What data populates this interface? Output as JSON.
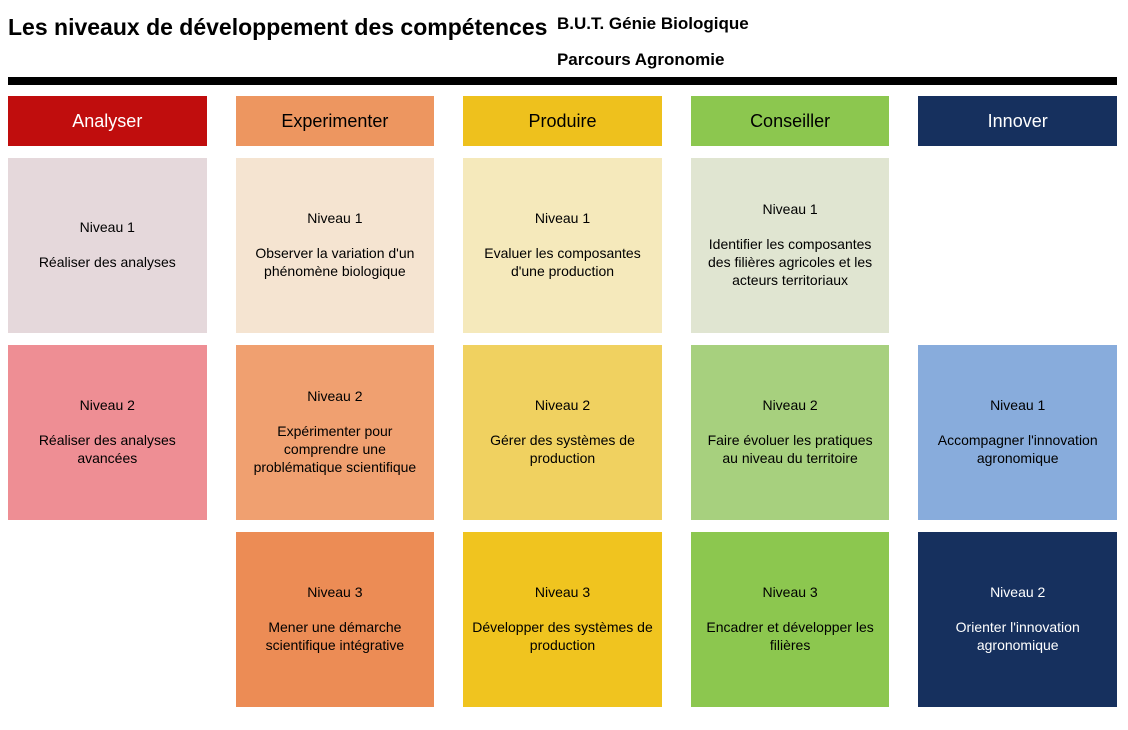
{
  "header": {
    "title": "Les niveaux de développement des compétences",
    "program": "B.U.T. Génie Biologique",
    "track": "Parcours Agronomie"
  },
  "divider_color": "#000000",
  "page_bg": "#FFFFFF",
  "columns": [
    {
      "label": "Analyser",
      "header_bg": "#C00D0D",
      "header_fg": "#FFFFFF",
      "cells": [
        {
          "level": "Niveau 1",
          "description": "Réaliser des analyses",
          "bg": "#E5D8DB",
          "fg": "#000000"
        },
        {
          "level": "Niveau 2",
          "description": "Réaliser des analyses avancées",
          "bg": "#EE8E94",
          "fg": "#000000"
        }
      ]
    },
    {
      "label": "Experimenter",
      "header_bg": "#ED9660",
      "header_fg": "#000000",
      "cells": [
        {
          "level": "Niveau 1",
          "description": "Observer la variation d'un phénomène biologique",
          "bg": "#F5E4D1",
          "fg": "#000000"
        },
        {
          "level": "Niveau 2",
          "description": "Expérimenter pour comprendre une problématique scientifique",
          "bg": "#F0A070",
          "fg": "#000000"
        },
        {
          "level": "Niveau 3",
          "description": "Mener une démarche scientifique intégrative",
          "bg": "#EC8C55",
          "fg": "#000000"
        }
      ]
    },
    {
      "label": "Produire",
      "header_bg": "#EEC11D",
      "header_fg": "#000000",
      "cells": [
        {
          "level": "Niveau 1",
          "description": "Evaluer les composantes d'une production",
          "bg": "#F5E9BB",
          "fg": "#000000"
        },
        {
          "level": "Niveau 2",
          "description": "Gérer des systèmes de production",
          "bg": "#F0D160",
          "fg": "#000000"
        },
        {
          "level": "Niveau 3",
          "description": "Développer des systèmes de production",
          "bg": "#F0C41F",
          "fg": "#000000"
        }
      ]
    },
    {
      "label": "Conseiller",
      "header_bg": "#8CC74F",
      "header_fg": "#000000",
      "cells": [
        {
          "level": "Niveau 1",
          "description": "Identifier les composantes des filières agricoles et les acteurs territoriaux",
          "bg": "#E0E5D1",
          "fg": "#000000"
        },
        {
          "level": "Niveau 2",
          "description": "Faire évoluer les pratiques au niveau du territoire",
          "bg": "#A7D07E",
          "fg": "#000000"
        },
        {
          "level": "Niveau 3",
          "description": "Encadrer et développer les filières",
          "bg": "#8CC74F",
          "fg": "#000000"
        }
      ]
    },
    {
      "label": "Innover",
      "header_bg": "#16305E",
      "header_fg": "#FFFFFF",
      "cells": [
        {
          "level": "Niveau 1",
          "description": "Accompagner l'innovation agronomique",
          "bg": "#88ACDC",
          "fg": "#000000"
        },
        {
          "level": "Niveau 2",
          "description": "Orienter l'innovation agronomique",
          "bg": "#16305E",
          "fg": "#FFFFFF"
        }
      ]
    }
  ]
}
